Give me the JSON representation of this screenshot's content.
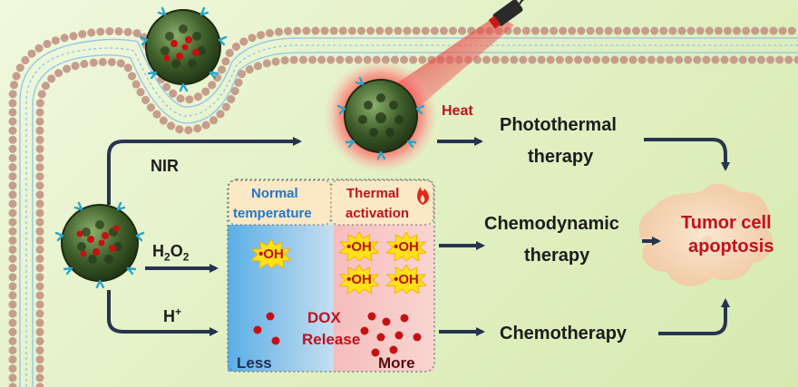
{
  "labels": {
    "heat": "Heat",
    "nir": "NIR",
    "h2o2_main": "H",
    "h2o2_sub1": "2",
    "h2o2_o": "O",
    "h2o2_sub2": "2",
    "hplus_main": "H",
    "hplus_sup": "+",
    "photothermal_line1": "Photothermal",
    "photothermal_line2": "therapy",
    "chemodynamic_line1": "Chemodynamic",
    "chemodynamic_line2": "therapy",
    "chemotherapy": "Chemotherapy",
    "tumor_line1": "Tumor cell",
    "tumor_line2": "apoptosis",
    "normal_line1": "Normal",
    "normal_line2": "temperature",
    "thermal_line1": "Thermal",
    "thermal_line2": "activation",
    "dox_line1": "DOX",
    "dox_line2": "Release",
    "less": "Less",
    "more": "More",
    "oh": "•OH"
  },
  "colors": {
    "arrow": "#26344f",
    "red_text": "#c0111c",
    "blue_text": "#2277c8",
    "nanoparticle": "#3e5e2a",
    "laser_beam": "#e8504c"
  }
}
